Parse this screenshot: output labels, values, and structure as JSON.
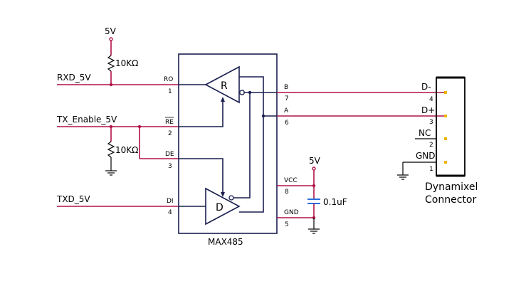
{
  "power": {
    "top_5v": "5V",
    "right_5v": "5V",
    "resistor_top": "10KΩ",
    "resistor_bottom": "10KΩ",
    "capacitor": "0.1uF"
  },
  "signals": {
    "rxd": "RXD_5V",
    "tx_enable": "TX_Enable_5V",
    "txd": "TXD_5V"
  },
  "chip": {
    "name": "MAX485",
    "receiver": "R",
    "driver": "D",
    "pins": {
      "ro": "RO",
      "ro_num": "1",
      "re": "RE",
      "re_num": "2",
      "de": "DE",
      "de_num": "3",
      "di": "DI",
      "di_num": "4",
      "b": "B",
      "b_num": "7",
      "a": "A",
      "a_num": "6",
      "vcc": "VCC",
      "vcc_num": "8",
      "gnd": "GND",
      "gnd_num": "5"
    }
  },
  "connector": {
    "title_line1": "Dynamixel",
    "title_line2": "Connector",
    "pins": [
      {
        "label": "D-",
        "num": "4"
      },
      {
        "label": "D+",
        "num": "3"
      },
      {
        "label": "NC",
        "num": "2"
      },
      {
        "label": "GND",
        "num": "1"
      }
    ]
  },
  "colors": {
    "wire": "#b0124a",
    "chip_outline": "#1a1f4f",
    "capacitor": "#2a6fdb",
    "connector_pin": "#f0b400"
  }
}
